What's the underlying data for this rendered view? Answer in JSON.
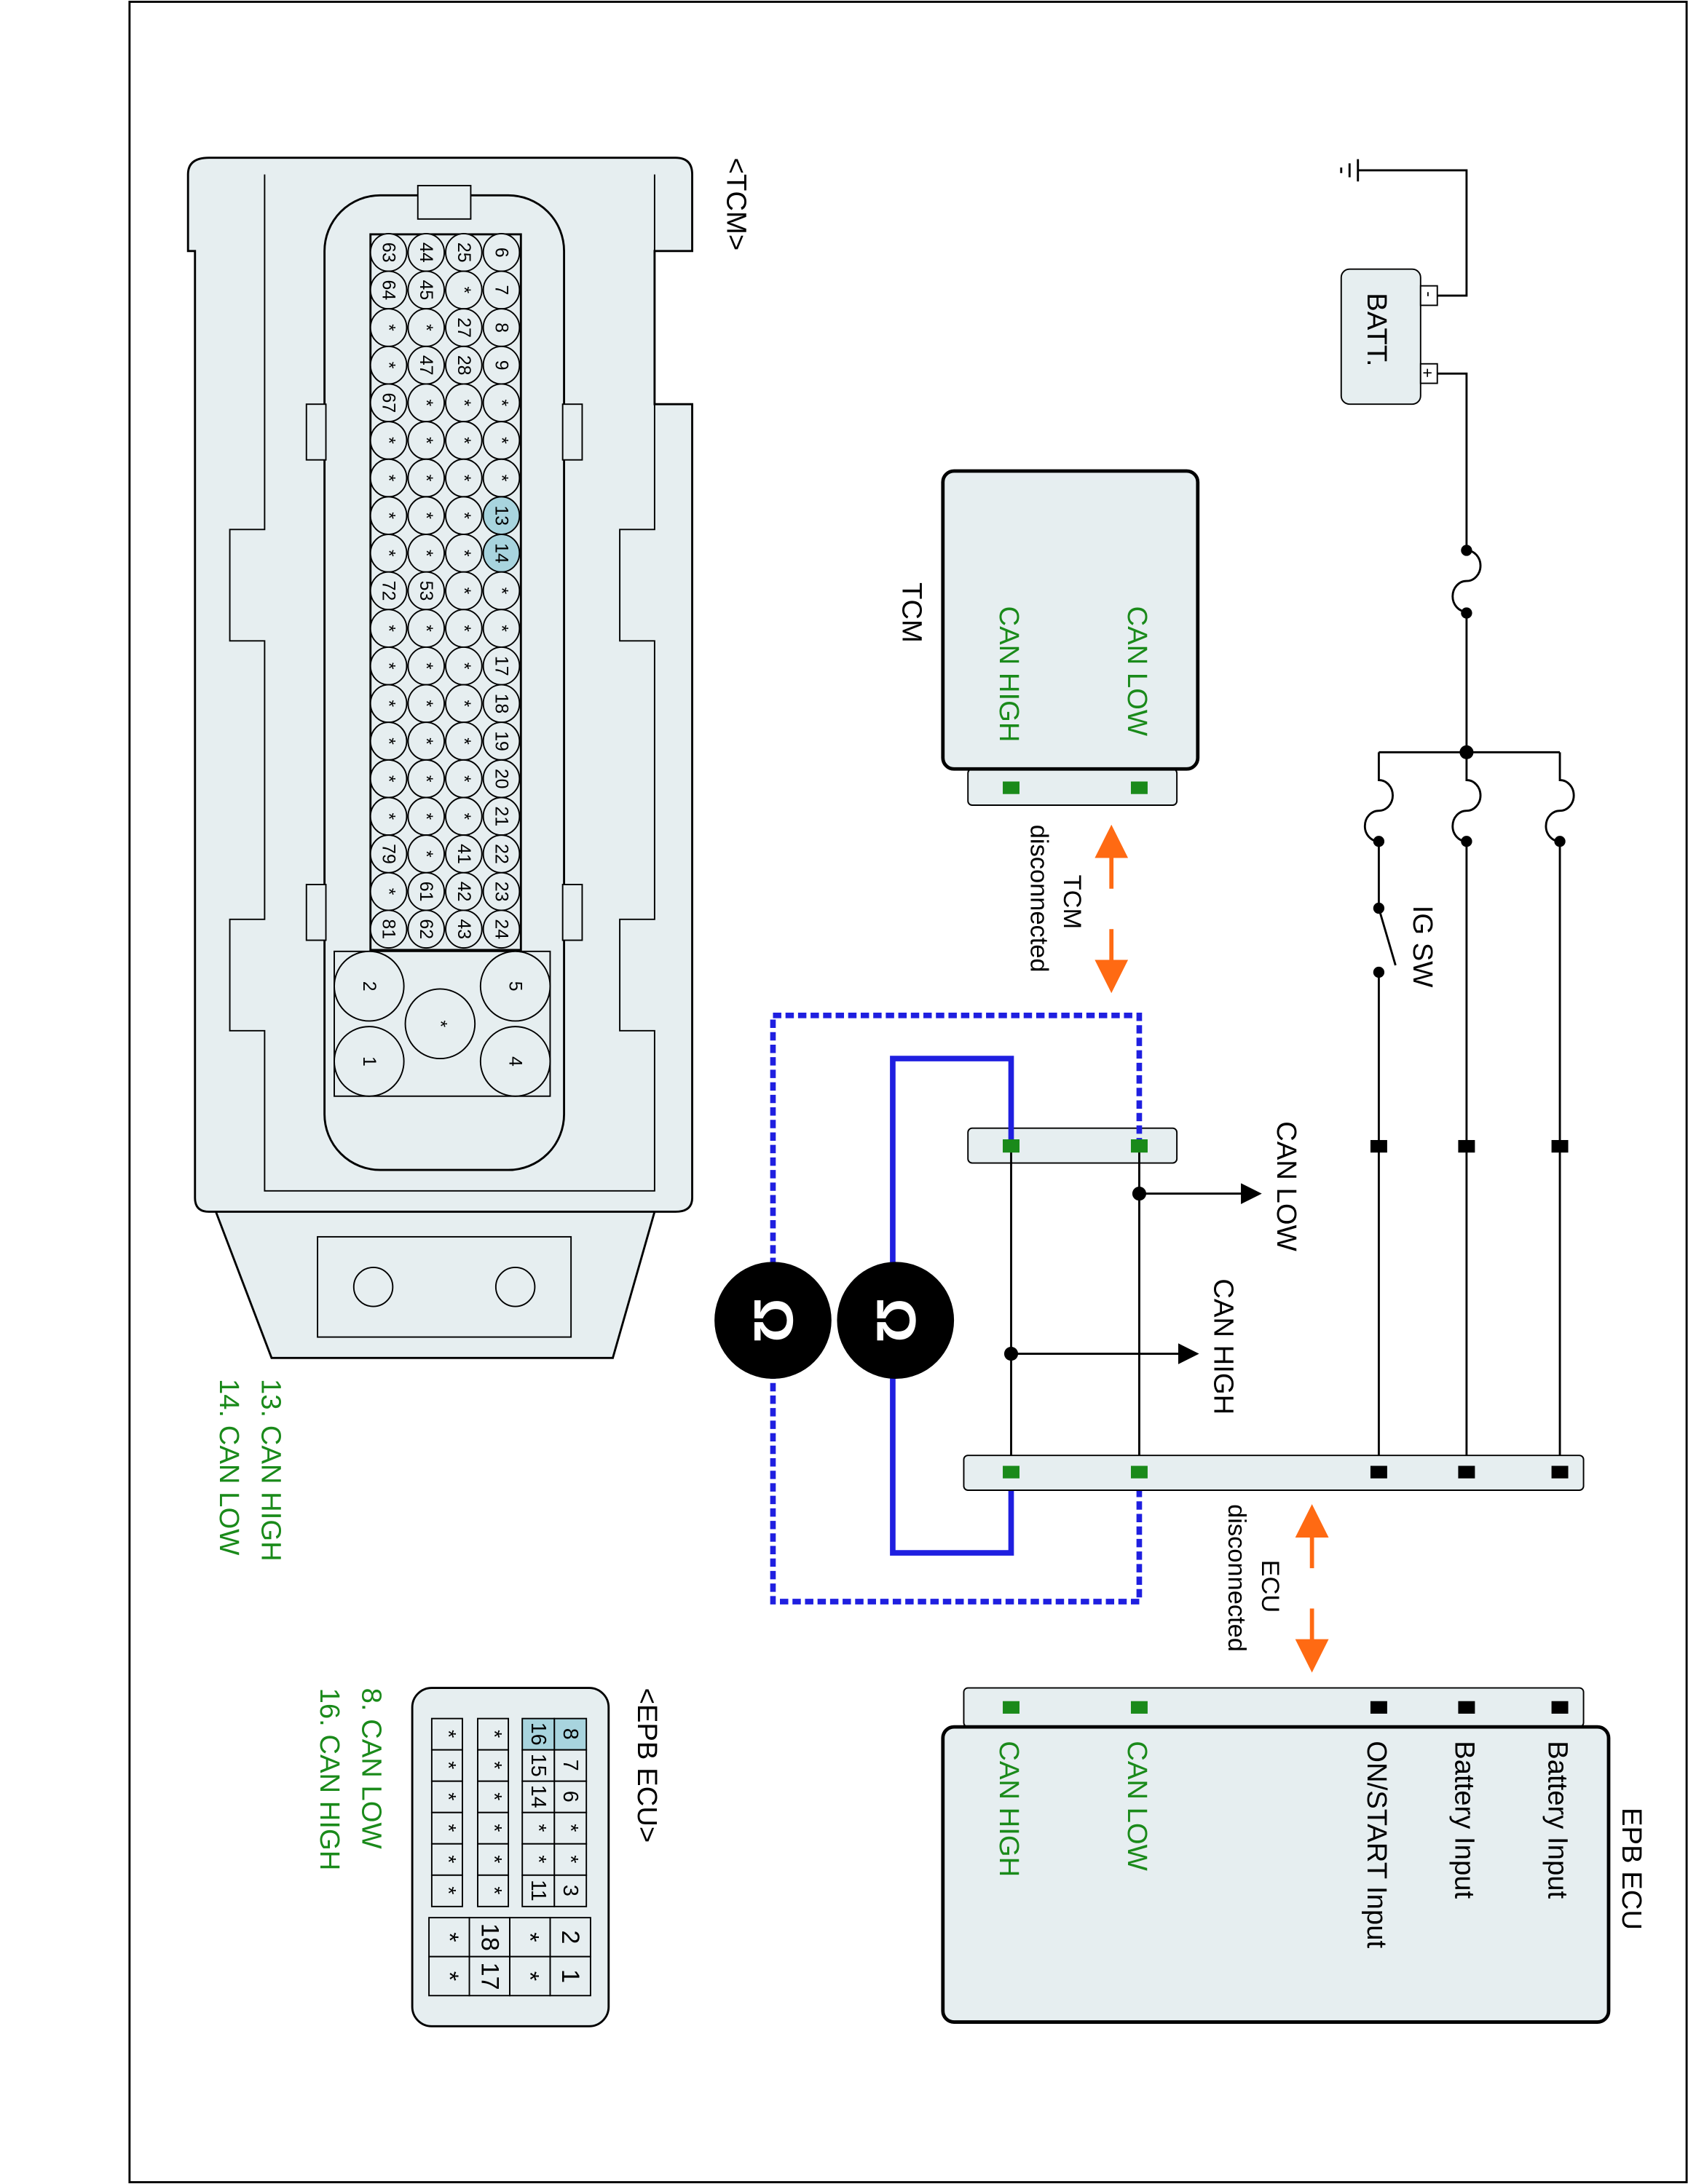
{
  "colors": {
    "can_label": "#1a8a1a",
    "meter_wire": "#1f1fe0",
    "arrow": "#ff6a13",
    "pin_highlight": "#a8d4de",
    "housing": "#e6eef0",
    "terminal_green": "#1a8a1a"
  },
  "tcm_connector": {
    "title": "<TCM>",
    "rows": [
      [
        "6",
        "7",
        "8",
        "9",
        "*",
        "*",
        "*",
        "13",
        "14",
        "*",
        "*",
        "17",
        "18",
        "19",
        "20",
        "21",
        "22",
        "23",
        "24"
      ],
      [
        "25",
        "*",
        "27",
        "28",
        "*",
        "*",
        "*",
        "*",
        "*",
        "*",
        "*",
        "*",
        "*",
        "*",
        "*",
        "*",
        "41",
        "42",
        "43"
      ],
      [
        "44",
        "45",
        "*",
        "47",
        "*",
        "*",
        "*",
        "*",
        "*",
        "53",
        "*",
        "*",
        "*",
        "*",
        "*",
        "*",
        "*",
        "61",
        "62"
      ],
      [
        "63",
        "64",
        "*",
        "*",
        "67",
        "*",
        "*",
        "*",
        "*",
        "72",
        "*",
        "*",
        "*",
        "*",
        "*",
        "*",
        "79",
        "*",
        "81"
      ]
    ],
    "highlighted": [
      "13",
      "14"
    ],
    "large_pins": [
      "5",
      "4",
      "*",
      "2",
      "1"
    ],
    "legend": [
      "13. CAN HIGH",
      "14. CAN LOW"
    ]
  },
  "epb_connector": {
    "title": "<EPB ECU>",
    "upper_cols": [
      [
        "8",
        "7",
        "6",
        "*",
        "*",
        "3"
      ],
      [
        "16",
        "15",
        "14",
        "*",
        "*",
        "11"
      ],
      [
        "*",
        "*",
        "*",
        "*",
        "*",
        "*"
      ],
      [
        "*",
        "*",
        "*",
        "*",
        "*",
        "*"
      ]
    ],
    "lower_cols": [
      [
        "2",
        "1"
      ],
      [
        "*",
        "*"
      ],
      [
        "18",
        "17"
      ],
      [
        "*",
        "*"
      ]
    ],
    "highlighted": [
      "8",
      "16"
    ],
    "legend": [
      "8. CAN LOW",
      "16. CAN HIGH"
    ]
  },
  "battery": {
    "label": "BATT.",
    "neg": "-",
    "pos": "+"
  },
  "ig_switch": "IG SW",
  "tcm_module": {
    "title": "TCM",
    "can_low": "CAN LOW",
    "can_high": "CAN HIGH"
  },
  "tcm_disconnected": [
    "TCM",
    "disconnected"
  ],
  "ecu_disconnected": [
    "ECU",
    "disconnected"
  ],
  "probe_labels": {
    "can_low": "CAN LOW",
    "can_high": "CAN HIGH"
  },
  "ohmmeter_symbol": "Ω",
  "epb_module": {
    "title": "EPB ECU",
    "pins": [
      "Battery Input",
      "Battery Input",
      "ON/START Input",
      "CAN LOW",
      "CAN HIGH"
    ]
  }
}
